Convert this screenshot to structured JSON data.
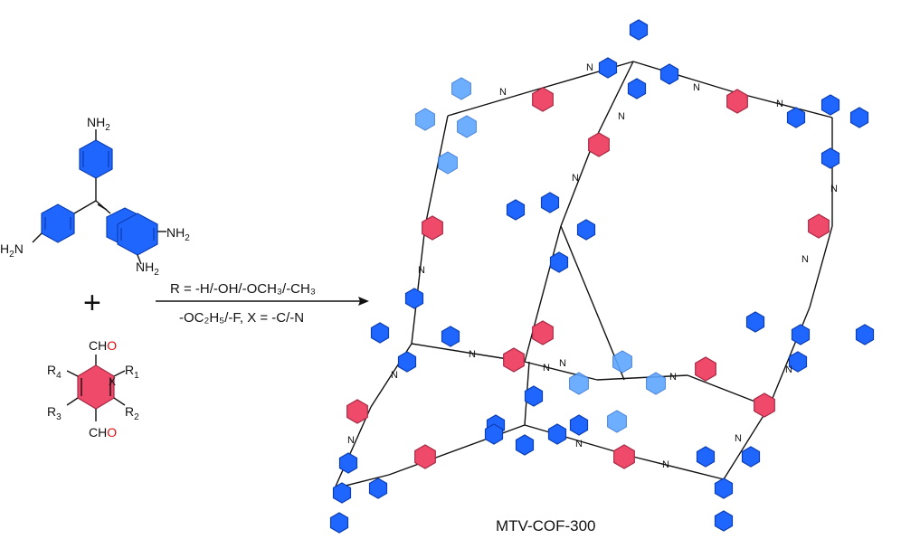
{
  "reactants": {
    "amine_groups": [
      "NH",
      "NH",
      "NH",
      "NH"
    ],
    "amine_subscript": "2",
    "plus": "+",
    "aldehyde_top": "CH",
    "aldehyde_bottom": "CH",
    "aldehyde_o": "O",
    "r1": "R",
    "r2": "R",
    "r3": "R",
    "r4": "R",
    "x": "X",
    "sub1": "1",
    "sub2": "2",
    "sub3": "3",
    "sub4": "4"
  },
  "conditions": {
    "line1": "R = -H/-OH/-OCH₃/-CH₃",
    "line2": "-OC₂H₅/-F,  X = -C/-N"
  },
  "product": {
    "name": "MTV-COF-300",
    "imine_n": "N"
  },
  "colors": {
    "benzene_blue": "#1f66ff",
    "ring_red": "#f04a6a",
    "light_blue": "#5ea6ff",
    "oxygen_red": "#e01010"
  }
}
